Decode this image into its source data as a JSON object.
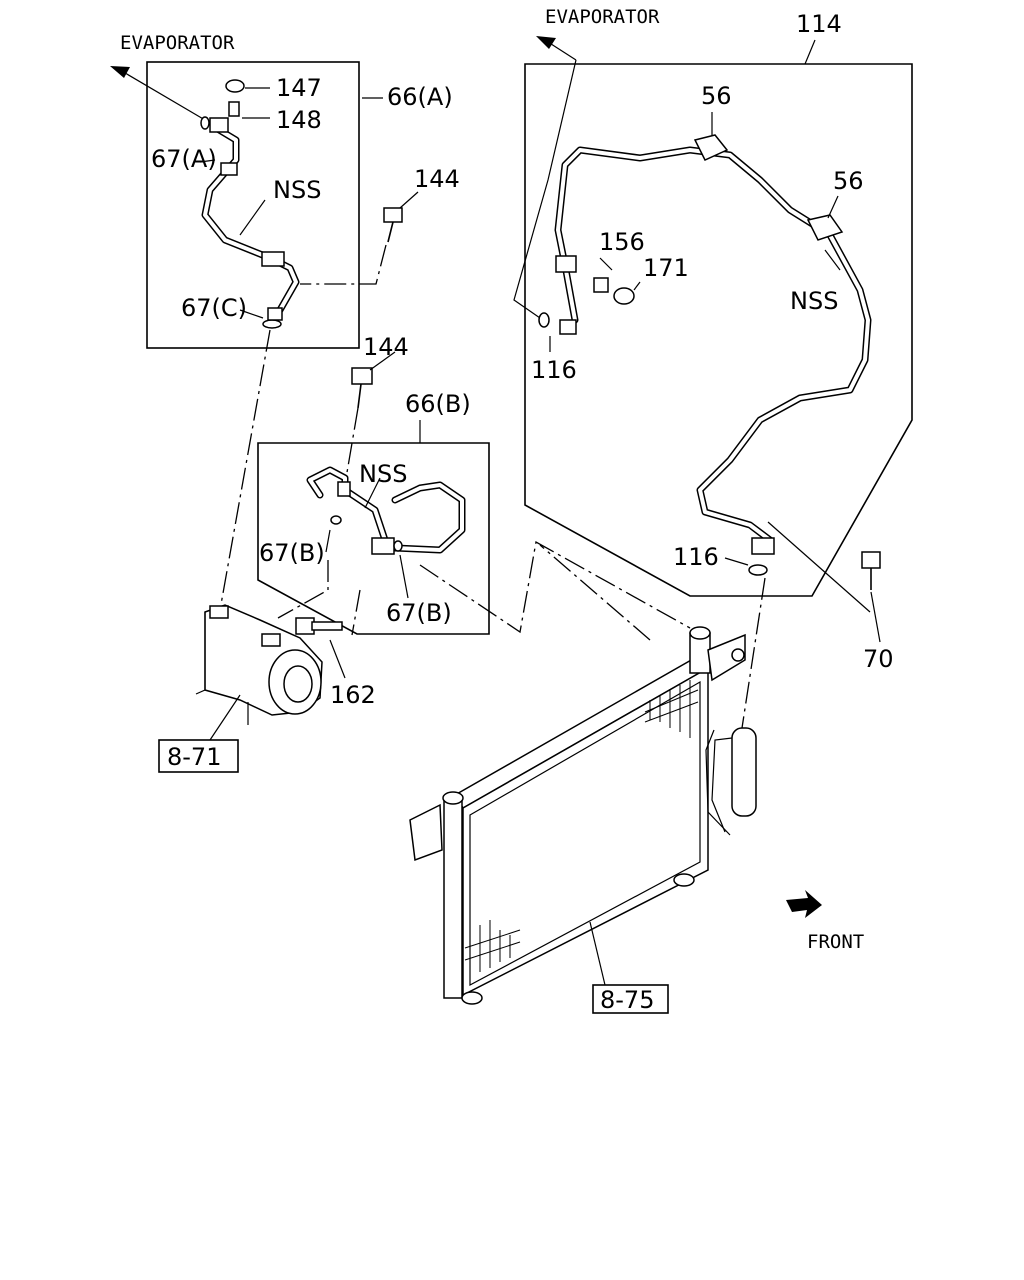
{
  "labels": {
    "evaporator_left": "EVAPORATOR",
    "evaporator_right": "EVAPORATOR",
    "front": "FRONT",
    "nss_a": "NSS",
    "nss_b": "NSS",
    "nss_c": "NSS",
    "p147": "147",
    "p148": "148",
    "p66a": "66(A)",
    "p67a": "67(A)",
    "p144a": "144",
    "p67c": "67(C)",
    "p144b": "144",
    "p66b": "66(B)",
    "p67b_left": "67(B)",
    "p67b_right": "67(B)",
    "p162": "162",
    "ref_8_71": "8-71",
    "ref_8_75": "8-75",
    "p114": "114",
    "p56_top": "56",
    "p56_right": "56",
    "p156": "156",
    "p171": "171",
    "p116_upper": "116",
    "p116_lower": "116",
    "p70": "70"
  }
}
